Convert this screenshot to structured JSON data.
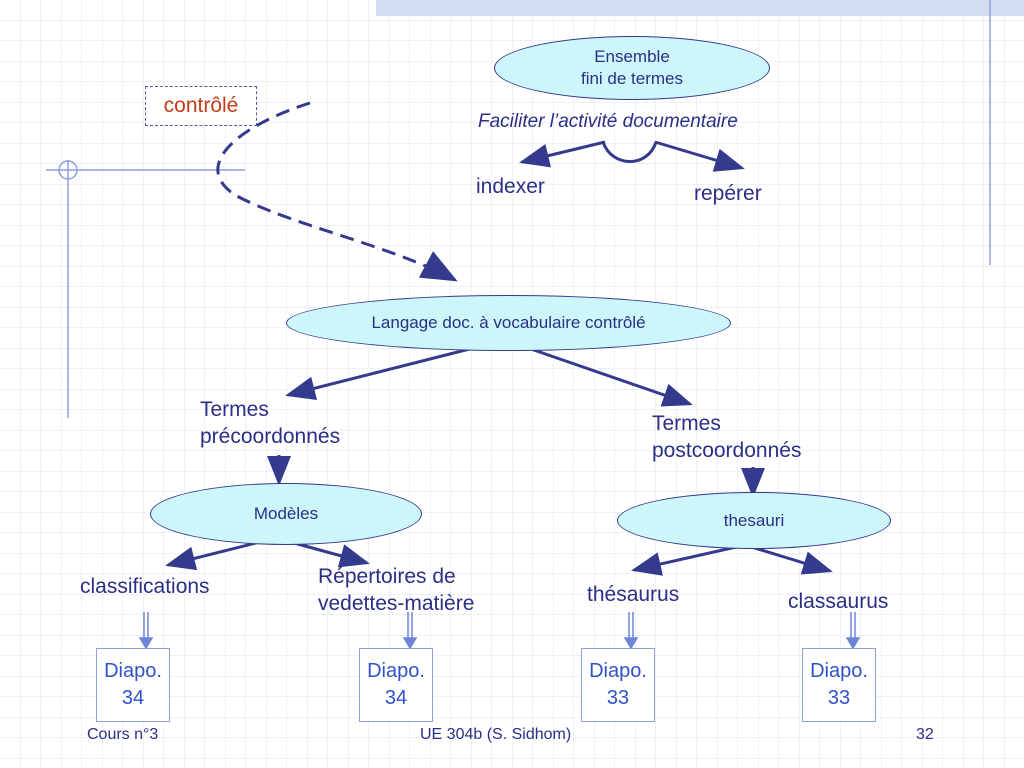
{
  "top_ellipse": {
    "line1": "Ensemble",
    "line2": "fini de termes"
  },
  "purpose": "Faciliter l’activité documentaire",
  "actions": {
    "left": "indexer",
    "right": "repérer"
  },
  "controlled_label": "contrôlé",
  "central_ellipse": "Langage doc. à vocabulaire contrôlé",
  "branches": {
    "left": {
      "line1": "Termes",
      "line2": "précoordonnés",
      "ellipse": "Modèles",
      "children": [
        {
          "label": "classifications"
        },
        {
          "line1": "Répertoires de",
          "line2": "vedettes-matière"
        }
      ]
    },
    "right": {
      "line1": "Termes",
      "line2": "postcoordonnés",
      "ellipse": "thesauri",
      "children": [
        {
          "label": "thésaurus"
        },
        {
          "label": "classaurus"
        }
      ]
    }
  },
  "diapo_boxes": [
    {
      "label": "Diapo.",
      "number": "34"
    },
    {
      "label": "Diapo.",
      "number": "34"
    },
    {
      "label": "Diapo.",
      "number": "33"
    },
    {
      "label": "Diapo.",
      "number": "33"
    }
  ],
  "footer": {
    "course": "Cours n°3",
    "unit": "UE 304b (S. Sidhom)",
    "page": "32"
  },
  "colors": {
    "ellipse_fill": "#ccf6fa",
    "arrow": "#343a8c",
    "text": "#2b2f85",
    "accent": "#c43c18",
    "diapo_text": "#2f52c9"
  }
}
